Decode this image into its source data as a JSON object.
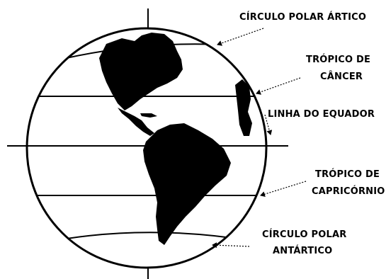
{
  "labels": {
    "arctic_circle": "CÍRCULO POLAR ÁRTICO",
    "tropic_cancer_line1": "TRÓPICO DE",
    "tropic_cancer_line2": "CÂNCER",
    "equator": "LINHA DO EQUADOR",
    "tropic_capricorn_line1": "TRÓPICO DE",
    "tropic_capricorn_line2": "CAPRICÓRNIO",
    "antarctic_line1": "CÍRCULO POLAR",
    "antarctic_line2": "ANTÁRTICO"
  },
  "colors": {
    "ink": "#000000",
    "background": "#ffffff"
  }
}
